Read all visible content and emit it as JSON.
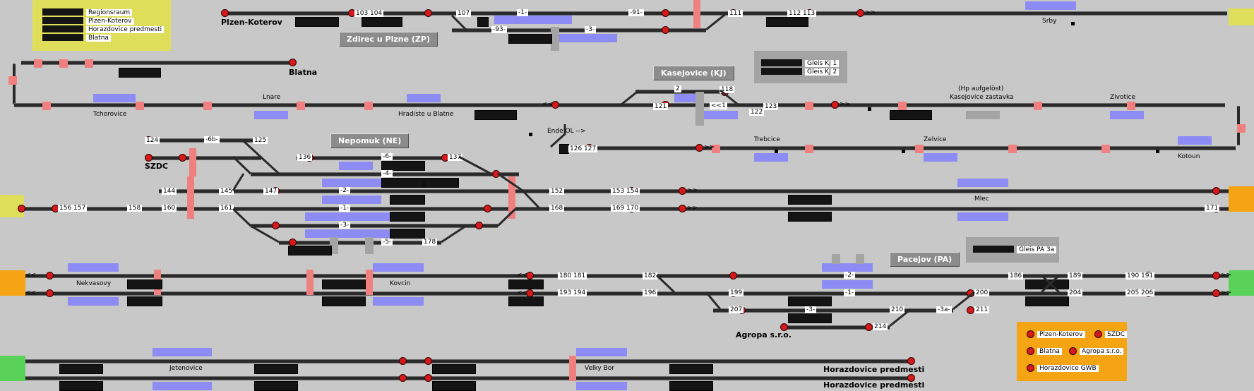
{
  "colors": {
    "background": "#c8c8c8",
    "track": "#2a2a2a",
    "occupied": "#8c8cf4",
    "reserved": "#f08080",
    "signal_stop": "#d41a1a",
    "legend_yellow": "#dede5a",
    "legend_orange": "#f5a414",
    "edge_green": "#5ad25a",
    "station_box": "#8c8c8c"
  },
  "legend_top": {
    "items": [
      "Regionsraum",
      "Plzen-Koterov",
      "Horazdovice predmesti",
      "Blatna"
    ]
  },
  "legend_bottom": {
    "items": [
      "Plzen-Koterov",
      "SZDC",
      "Blatna",
      "Agropa s.r.o.",
      "Horazdovice GWB"
    ]
  },
  "gleis_boxes": {
    "kj": [
      "Gleis KJ 1",
      "Gleis KJ 2"
    ],
    "pa": "Gleis PA 3a"
  },
  "stations": {
    "zdirec": "Zdirec u Plzne (ZP)",
    "kasejovice": "Kasejovice (KJ)",
    "nepomuk": "Nepomuk (NE)",
    "pacejov": "Pacejov (PA)"
  },
  "places": {
    "plzen_koterov": "Plzen-Koterov",
    "blatna": "Blatna",
    "szdc": "SZDC",
    "agropa": "Agropa s.r.o.",
    "horazdovice_1": "Horazdovice predmesti",
    "horazdovice_2": "Horazdovice predmesti"
  },
  "stops": {
    "srby": "Srby",
    "lnare": "Lnare",
    "tchorovice": "Tchorovice",
    "hradiste": "Hradiste u Blatne",
    "hp_aufgeloest": "(Hp aufgelöst)",
    "kasejovice_zastavka": "Kasejovice zastavka",
    "zivotice": "Zivotice",
    "trebcice": "Trebcice",
    "zelvice": "Zelvice",
    "kotoun": "Kotoun",
    "mlec": "Mlec",
    "nekvasovy": "Nekvasovy",
    "kovcin": "Kovcin",
    "jetenovice": "Jetenovice",
    "velky_bor": "Velky Bor",
    "ende_ol": "Ende OL -->"
  },
  "track_numbers": {
    "zp_1": "-1-",
    "zp_2": "-91-",
    "zp_3": "-93-",
    "zp_4": "-3-",
    "kj_2": "2",
    "kj_1": "<<1",
    "ne_6b": "-6b-",
    "ne_6": "-6-",
    "ne_4": "-4-",
    "ne_2": "-2-",
    "ne_1": "-1-",
    "ne_3": "-3-",
    "ne_5": "-5-",
    "pa_2": "-2-",
    "pa_1": "-1-",
    "pa_3": "-3-",
    "pa_3a": "-3a-"
  },
  "signal_ids": {
    "s103": "103 104",
    "s107": "107",
    "s111": "111",
    "s112": "112 113",
    "s118": "118",
    "s121": "121",
    "s122": "122",
    "s123": "123",
    "s124": "124",
    "s125": "125",
    "s126": "126 127",
    "s136": "136",
    "s137": "137",
    "s144": "144",
    "s145": "145",
    "s147": "147",
    "s152": "152",
    "s153": "153 154",
    "s156": "156 157",
    "s158": "158",
    "s160": "160",
    "s161": "161",
    "s168": "168",
    "s169": "169 170",
    "s171": "171",
    "s178": "178",
    "s180": "180 181",
    "s182": "182",
    "s186": "186",
    "s189": "189",
    "s190": "190 191",
    "s193": "193 194",
    "s196": "196",
    "s199": "199",
    "s200": "200",
    "s204": "204",
    "s205": "205 206",
    "s207": "207",
    "s210": "210",
    "s211": "211",
    "s214": "214"
  },
  "arrows": {
    "right": ">>",
    "left": "<<"
  }
}
